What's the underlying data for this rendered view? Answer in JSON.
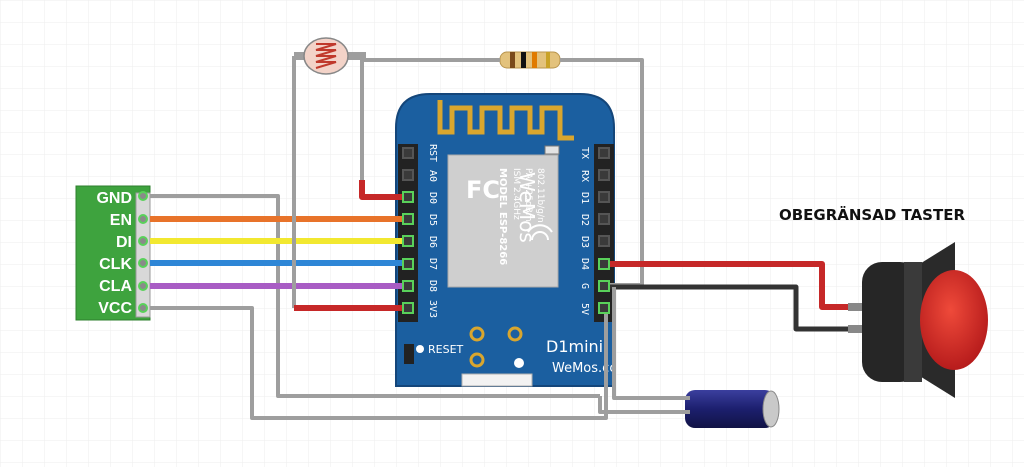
{
  "module": {
    "pins": [
      "GND",
      "EN",
      "DI",
      "CLK",
      "CLA",
      "VCC"
    ]
  },
  "board": {
    "left_pins": [
      "RST",
      "A0",
      "D0",
      "D5",
      "D6",
      "D7",
      "D8",
      "3V3"
    ],
    "right_pins": [
      "TX",
      "RX",
      "D1",
      "D2",
      "D3",
      "D4",
      "G",
      "5V"
    ],
    "chip_model_label": "MODEL",
    "chip_model": "ESP-8266",
    "chip_ism": "ISM 2.4GHz",
    "chip_pa": "PA +25dBm",
    "chip_std": "802.11b/g/n",
    "chip_cert": "FC",
    "chip_brand": "WeMos",
    "reset_label": "RESET",
    "board_name": "D1mini",
    "board_brand": "WeMos.cc"
  },
  "button": {
    "label": "OBEGRÄNSAD TASTER"
  },
  "colors": {
    "wire_gray": "#9e9e9e",
    "wire_red": "#c62828",
    "wire_black": "#333333",
    "wire_orange": "#e8732a",
    "wire_yellow": "#f2e830",
    "wire_blue": "#2e86d6",
    "wire_purple": "#a85cc4",
    "board_blue": "#1b5fa0",
    "module_green": "#3ea33e"
  }
}
